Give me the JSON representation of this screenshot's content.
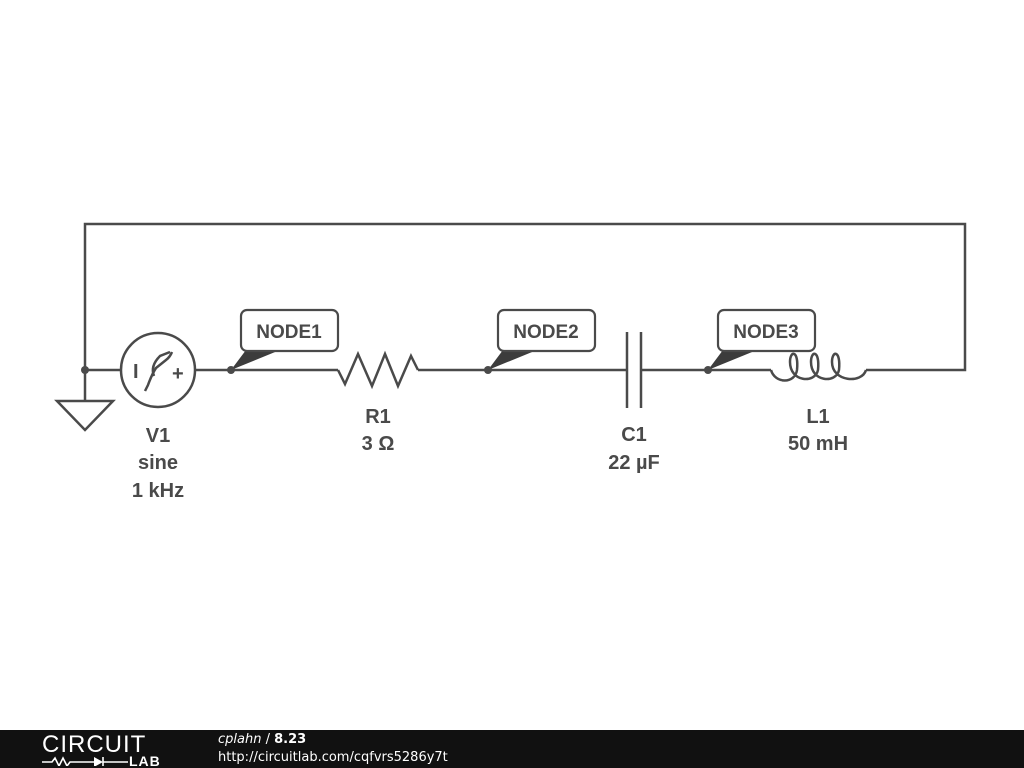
{
  "schematic": {
    "source": {
      "name": "V1",
      "type": "sine",
      "frequency": "1 kHz"
    },
    "resistor": {
      "name": "R1",
      "value": "3 Ω"
    },
    "capacitor": {
      "name": "C1",
      "value": "22 µF"
    },
    "inductor": {
      "name": "L1",
      "value": "50 mH"
    },
    "node_tags": [
      "NODE1",
      "NODE2",
      "NODE3"
    ],
    "source_polarity": {
      "minus": "I",
      "plus": "+"
    }
  },
  "footer": {
    "logo": {
      "top": "CIRCUIT",
      "bottom": "LAB"
    },
    "user": "cplahn",
    "separator": "/",
    "version": "8.23",
    "url": "http://circuitlab.com/cqfvrs5286y7t"
  },
  "colors": {
    "ink": "#4a4a4a",
    "footer_bg": "#111111",
    "footer_text": "#ffffff"
  }
}
